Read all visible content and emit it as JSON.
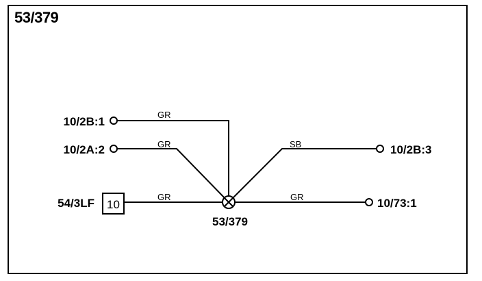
{
  "diagram": {
    "title": "53/379",
    "splice_label": "53/379",
    "connectors": {
      "c1": "10/2B:1",
      "c2": "10/2A:2",
      "c3": "54/3LF",
      "c3_box": "10",
      "c4": "10/2B:3",
      "c5": "10/73:1"
    },
    "wires": {
      "w1": "GR",
      "w2": "GR",
      "w3": "GR",
      "w4": "SB",
      "w5": "GR"
    }
  }
}
